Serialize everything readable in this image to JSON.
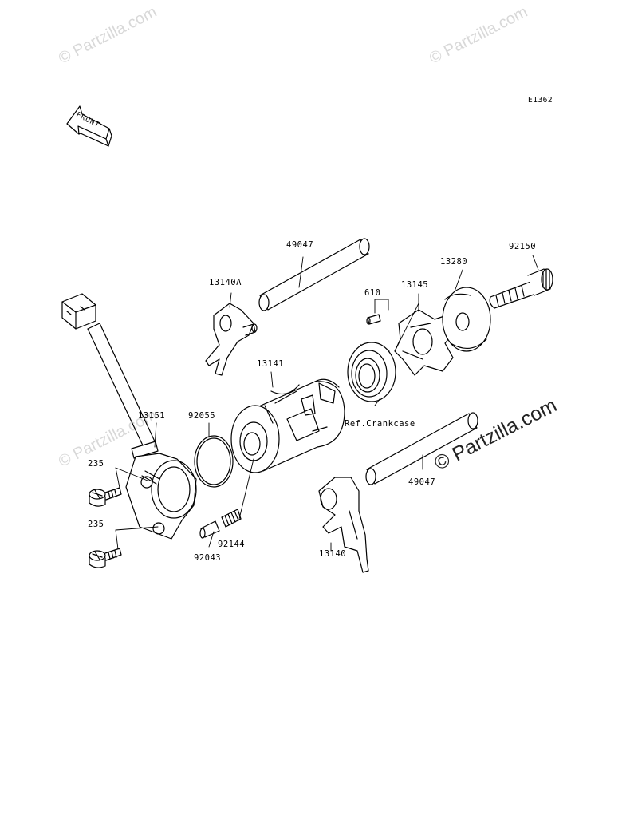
{
  "diagram_code": "E1362",
  "front_label": "FRONT",
  "watermarks": {
    "faint": "© Partzilla.com",
    "main": "© Partzilla.com"
  },
  "parts": {
    "p49047_top": "49047",
    "p13140A": "13140A",
    "p610": "610",
    "p13145": "13145",
    "p13280": "13280",
    "p92150": "92150",
    "p13141": "13141",
    "p13151": "13151",
    "p92055": "92055",
    "ref_crankcase": "Ref.Crankcase",
    "p49047_bottom": "49047",
    "p235_a": "235",
    "p235_b": "235",
    "p92144": "92144",
    "p92043": "92043",
    "p13140": "13140"
  },
  "colors": {
    "line": "#000000",
    "watermark": "#d8d8d8"
  }
}
